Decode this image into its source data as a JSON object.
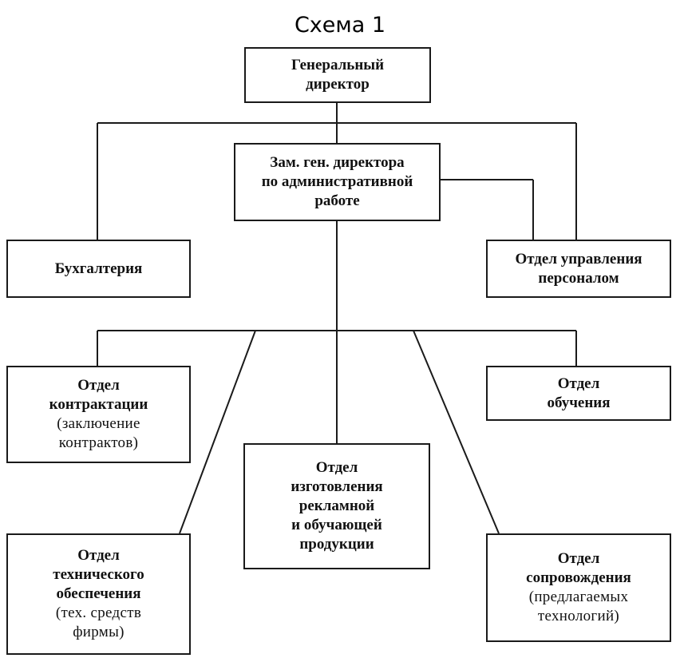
{
  "title": "Схема 1",
  "boxes": {
    "general_director": {
      "lines": [
        "Генеральный",
        "директор"
      ]
    },
    "deputy_admin": {
      "lines": [
        "Зам. ген. директора",
        "по административной",
        "работе"
      ]
    },
    "accounting": {
      "lines": [
        "Бухгалтерия"
      ]
    },
    "personnel": {
      "lines": [
        "Отдел управления",
        "персоналом"
      ]
    },
    "contracting": {
      "lines": [
        "Отдел",
        "контрактации"
      ],
      "note": [
        "(заключение",
        "контрактов)"
      ]
    },
    "training": {
      "lines": [
        "Отдел",
        "обучения"
      ]
    },
    "advertising": {
      "lines": [
        "Отдел",
        "изготовления",
        "рекламной",
        "и обучающей",
        "продукции"
      ]
    },
    "technical": {
      "lines": [
        "Отдел",
        "технического",
        "обеспечения"
      ],
      "note": [
        "(тех. средств",
        "фирмы)"
      ]
    },
    "support": {
      "lines": [
        "Отдел",
        "сопровождения"
      ],
      "note": [
        "(предлагаемых",
        "технологий)"
      ]
    }
  }
}
